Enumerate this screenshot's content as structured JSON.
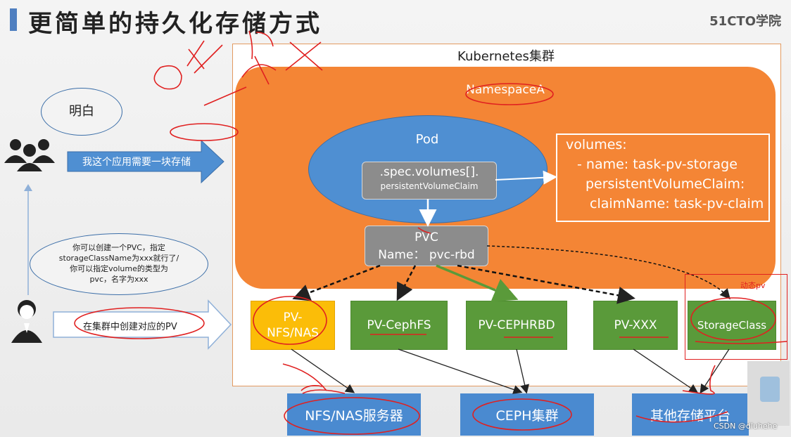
{
  "header": {
    "title": "更简单的持久化存储方式",
    "logo": "51CTO学院"
  },
  "diagram": {
    "cluster_label": "Kubernetes集群",
    "namespace_label": "NamespaceA",
    "pod_label": "Pod",
    "spec_line1": ".spec.volumes[].",
    "spec_line2": "persistentVolumeClaim",
    "volumes_lines": [
      "volumes:",
      "  - name: task-pv-storage",
      "    persistentVolumeClaim:",
      "      claimName: task-pv-claim"
    ],
    "pvc_line1": "PVC",
    "pvc_line2": "Name：  pvc-rbd",
    "pvs": [
      {
        "label_line1": "PV-",
        "label_line2": "NFS/NAS"
      },
      {
        "label": "PV-CephFS"
      },
      {
        "label": "PV-CEPHRBD"
      },
      {
        "label": "PV-XXX"
      },
      {
        "label": "StorageClass"
      }
    ],
    "storage": [
      "NFS/NAS服务器",
      "CEPH集群",
      "其他存储平台"
    ],
    "bubble_top": "明白",
    "request_arrow": "我这个应用需要一块存储",
    "note_lines": [
      "你可以创建一个PVC，指定",
      "storageClassName为xxx就行了/",
      "你可以指定volume的类型为",
      "pvc，名字为xxx"
    ],
    "admin_arrow": "在集群中创建对应的PV",
    "dynamic_label": "动态pv",
    "watermark": "CSDN @dluhehe"
  },
  "colors": {
    "namespace": "#f48535",
    "pod": "#4f8fd2",
    "pv_green": "#5a9a3a",
    "pv_yellow": "#fbbd08",
    "storage_blue": "#4a8ad0",
    "annotation_red": "#e02020"
  },
  "icons": [
    "group-users-icon",
    "admin-user-icon"
  ]
}
